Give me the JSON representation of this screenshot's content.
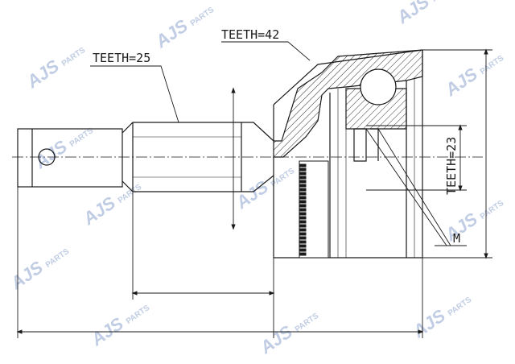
{
  "labels": {
    "teeth_outer": "TEETH=25",
    "teeth_housing": "TEETH=42",
    "teeth_inner": "TEETH=23",
    "thread": "M"
  },
  "watermark": {
    "brand": "AJS",
    "sub": "PARTS",
    "color": "#8fa6cf"
  },
  "colors": {
    "line": "#1a1a1a",
    "hatch": "#333333"
  }
}
